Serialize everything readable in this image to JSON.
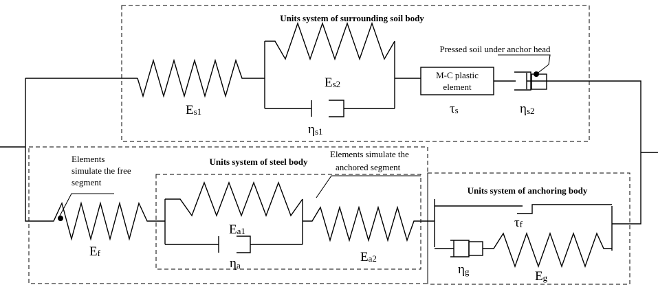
{
  "labels": {
    "soil_title": "Units system of surrounding soil body",
    "steel_title": "Units system of steel body",
    "anchoring_title": "Units system of anchoring body",
    "pressed_soil": "Pressed soil under anchor head",
    "free_segment_1": "Elements",
    "free_segment_2": "simulate the free",
    "free_segment_3": "segment",
    "anchored_segment_1": "Elements simulate the",
    "anchored_segment_2": "anchored segment",
    "mc_1": "M-C plastic",
    "mc_2": "element"
  },
  "symbols": {
    "Es1": {
      "main": "E",
      "sub": "s1"
    },
    "Es2": {
      "main": "E",
      "sub": "s2"
    },
    "eta_s1": {
      "main": "η",
      "sub": "s1"
    },
    "tau_s": {
      "main": "τ",
      "sub": "s"
    },
    "eta_s2": {
      "main": "η",
      "sub": "s2"
    },
    "Ef": {
      "main": "E",
      "sub": "f"
    },
    "Ea1": {
      "main": "E",
      "sub": "a1"
    },
    "eta_a": {
      "main": "η",
      "sub": "a"
    },
    "Ea2": {
      "main": "E",
      "sub": "a2"
    },
    "tau_f": {
      "main": "τ",
      "sub": "f"
    },
    "eta_g": {
      "main": "η",
      "sub": "g"
    },
    "Eg": {
      "main": "E",
      "sub": "g"
    }
  }
}
